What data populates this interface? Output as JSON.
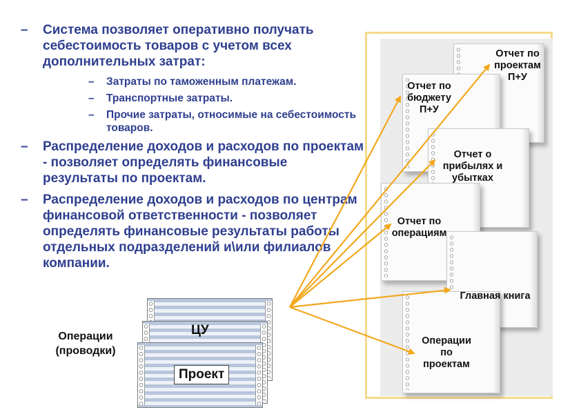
{
  "bullets": [
    {
      "text": "Система позволяет оперативно получать себестоимость товаров с учетом всех дополнительных затрат:",
      "sub": [
        "Затраты по таможенным платежам.",
        "Транспортные затраты.",
        "Прочие затраты, относимые на себестоимость товаров."
      ]
    },
    {
      "text": "Распределение доходов и расходов по проектам - позволяет определять финансовые результаты по проектам."
    },
    {
      "text": "Распределение доходов и расходов по центрам финансовой ответственности - позволяет определять финансовые результаты работы отдельных подразделений и\\или филиалов компании."
    }
  ],
  "dash": "–",
  "source": {
    "label_line1": "Операции",
    "label_line2": "(проводки)",
    "sheet_cu": "ЦУ",
    "sheet_project": "Проект"
  },
  "reports": {
    "projects_pnl": [
      "Отчет по",
      "проектам",
      "П+У"
    ],
    "budget_pnl": [
      "Отчет по",
      "бюджету",
      "П+У"
    ],
    "profit_loss": [
      "Отчет о",
      "прибылях и",
      "убытках"
    ],
    "operations": [
      "Отчет по",
      "операциям"
    ],
    "general_ledger": [
      "Главная книга"
    ],
    "project_ops": [
      "Операции",
      "по",
      "проектам"
    ]
  },
  "colors": {
    "accent_arrow": "#f2a81d",
    "text_blue": "#2f3f8f",
    "panel_border": "#f7d98a"
  }
}
